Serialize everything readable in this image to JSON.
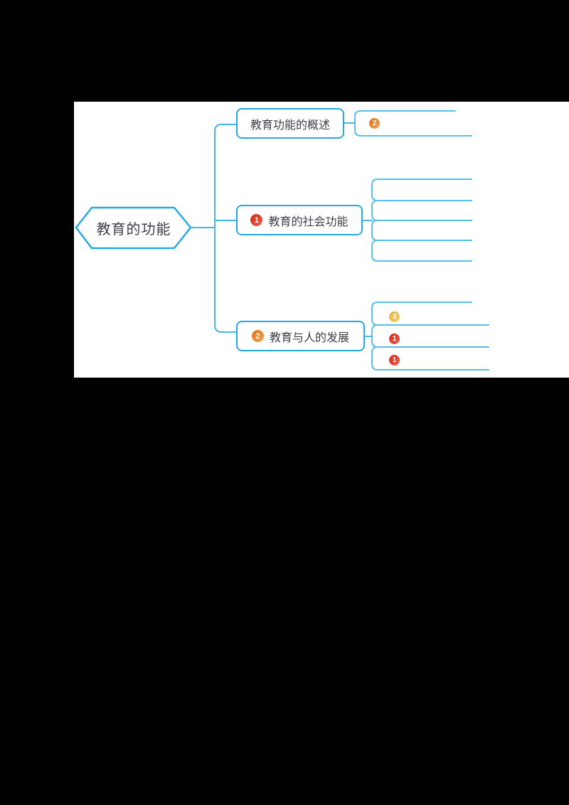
{
  "frame": {
    "description": "mind map on white canvas over black background",
    "background": "#000000",
    "canvas_color": "#ffffff"
  },
  "colors": {
    "primary_border": "#25a8e6",
    "connector_line": "#49b5e7",
    "child_line": "#58bfe9",
    "text_color": "#3e3e48",
    "badge_red": "#e7301b",
    "badge_orange": "#f58220",
    "badge_yellow": "#f5c33b"
  },
  "root": {
    "label": "教育的功能",
    "shape": "hexagon"
  },
  "branches": [
    {
      "label": "教育功能的概述",
      "badge": null,
      "children": [
        {
          "badge": "2",
          "badge_color": "orange",
          "label": ""
        }
      ]
    },
    {
      "label": "教育的社会功能",
      "badge": "1",
      "badge_color": "red",
      "children": [
        {
          "badge": null,
          "label": ""
        },
        {
          "badge": null,
          "label": ""
        },
        {
          "badge": null,
          "label": ""
        },
        {
          "badge": null,
          "label": ""
        }
      ]
    },
    {
      "label": "教育与人的发展",
      "badge": "2",
      "badge_color": "orange",
      "children": [
        {
          "badge": "3",
          "badge_color": "yellow",
          "label": ""
        },
        {
          "badge": "1",
          "badge_color": "red",
          "label": ""
        },
        {
          "badge": "1",
          "badge_color": "red",
          "label": ""
        }
      ]
    }
  ]
}
